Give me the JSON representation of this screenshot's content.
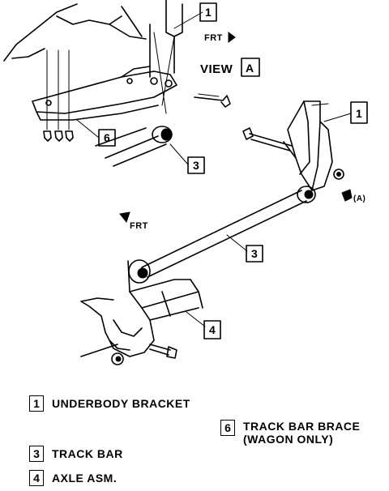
{
  "callouts": {
    "underbody_bracket_top": "1",
    "underbody_bracket_right": "1",
    "track_bar_brace": "6",
    "track_bar_view": "3",
    "track_bar_main": "3",
    "axle_asm": "4"
  },
  "view_label": {
    "word": "VIEW",
    "letter": "A"
  },
  "frt_labels": {
    "top": "FRT",
    "middle": "FRT"
  },
  "view_ref_label": "(A)",
  "legend": [
    {
      "number": "1",
      "text": "UNDERBODY BRACKET"
    },
    {
      "number": "6",
      "text": "TRACK BAR BRACE",
      "text2": "(WAGON ONLY)"
    },
    {
      "number": "3",
      "text": "TRACK BAR"
    },
    {
      "number": "4",
      "text": "AXLE ASM."
    }
  ]
}
